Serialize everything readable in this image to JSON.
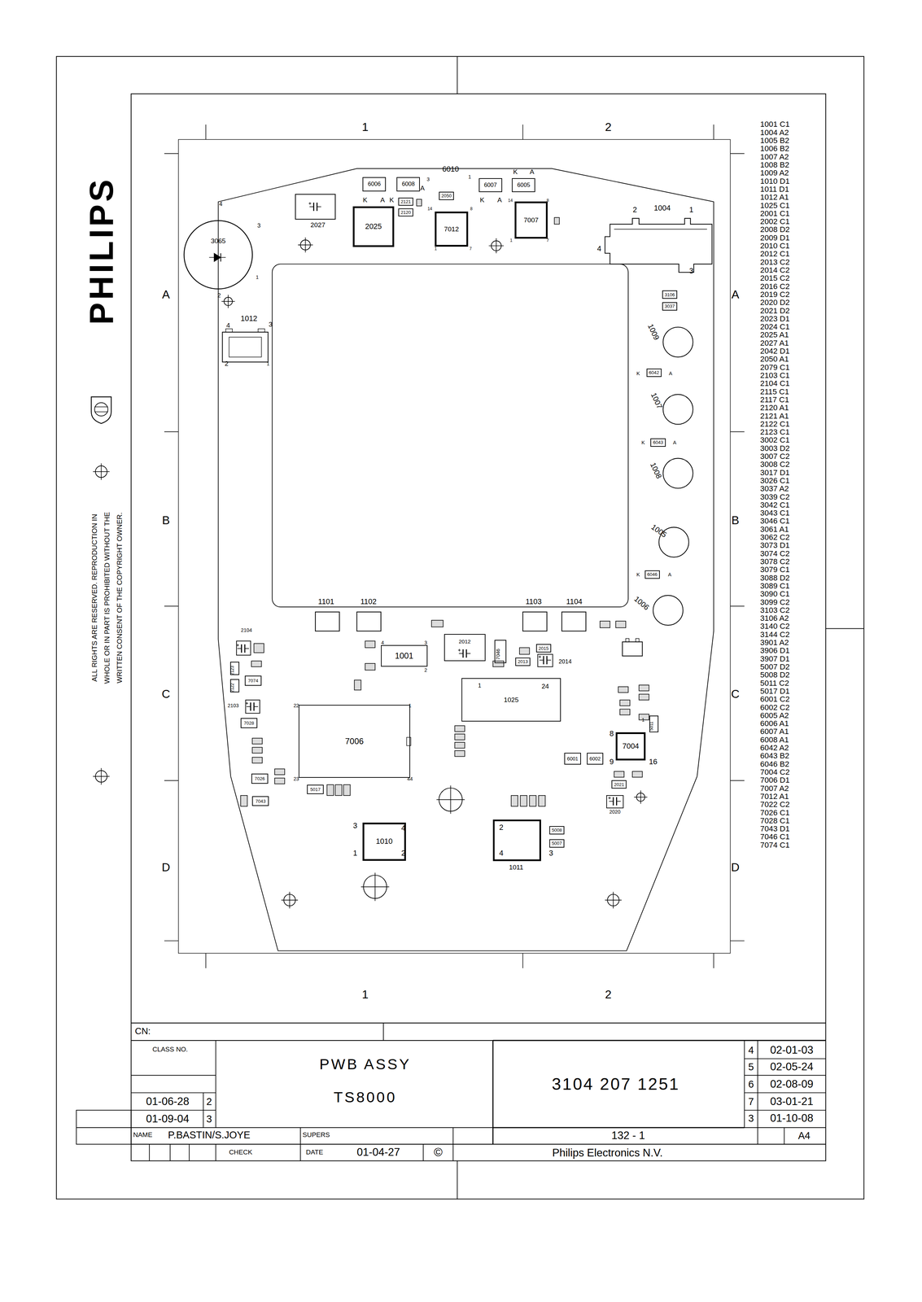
{
  "diagram": {
    "nodes": [
      {
        "text": [
          "3065"
        ]
      },
      {
        "text": [
          "2025"
        ]
      },
      {
        "text": [
          "6006"
        ]
      },
      {
        "text": [
          "6008"
        ]
      },
      {
        "text": [
          "2121"
        ]
      },
      {
        "text": [
          "2120"
        ]
      },
      {
        "text": [
          "2050"
        ]
      },
      {
        "text": [
          "7012"
        ]
      },
      {
        "text": [
          "6007"
        ]
      },
      {
        "text": [
          "6005"
        ]
      },
      {
        "text": [
          "7007"
        ]
      },
      {
        "text": [
          "3106"
        ]
      },
      {
        "text": [
          "3037"
        ]
      },
      {
        "text": [
          "6042"
        ]
      },
      {
        "text": [
          "6043"
        ]
      },
      {
        "text": [
          "6046"
        ]
      },
      {
        "text": [
          "1001"
        ]
      },
      {
        "text": [
          "2012"
        ]
      },
      {
        "text": [
          "7046"
        ]
      },
      {
        "text": [
          "2015"
        ]
      },
      {
        "text": [
          "2013"
        ]
      },
      {
        "text": [
          "1025"
        ]
      },
      {
        "text": [
          "7006"
        ]
      },
      {
        "text": [
          "7004"
        ]
      },
      {
        "text": [
          "6001"
        ]
      },
      {
        "text": [
          "6002"
        ]
      },
      {
        "text": [
          "2021"
        ]
      },
      {
        "text": [
          "5017"
        ]
      },
      {
        "text": [
          "1010"
        ]
      },
      {
        "text": [
          "5008"
        ]
      },
      {
        "text": [
          "5007"
        ]
      },
      {
        "text": [
          "7074"
        ]
      },
      {
        "text": [
          "7028"
        ]
      },
      {
        "text": [
          "7026"
        ]
      },
      {
        "text": [
          "7043"
        ]
      },
      {
        "text": [
          "2123"
        ]
      },
      {
        "text": [
          "2122"
        ]
      },
      {
        "text": [
          "5011"
        ]
      }
    ],
    "labels": [
      "PHILIPS",
      "ALL RIGHTS ARE RESERVED. REPRODUCTION IN",
      "WHOLE OR IN PART IS PROHIBITED WITHOUT THE",
      "WRITTEN CONSENT OF THE COPYRIGHT OWNER.",
      "1",
      "2",
      "1",
      "2",
      "A",
      "A",
      "B",
      "B",
      "C",
      "C",
      "D",
      "D",
      "6010",
      "3",
      "1",
      "K",
      "A",
      "K",
      "A",
      "K",
      "A",
      "K",
      "A",
      "2027",
      "14",
      "8",
      "1",
      "7",
      "14",
      "8",
      "1",
      "7",
      "2",
      "1004",
      "1",
      "4",
      "3",
      "4",
      "3",
      "1",
      "2",
      "1012",
      "4",
      "3",
      "2",
      "1",
      "1009",
      "1007",
      "1008",
      "1005",
      "1006",
      "K",
      "A",
      "K",
      "A",
      "K",
      "A",
      "1101",
      "1102",
      "1103",
      "1104",
      "2104",
      "2103",
      "4",
      "3",
      "2",
      "2014",
      "1",
      "24",
      "22",
      "1",
      "23",
      "44",
      "8",
      "1",
      "9",
      "16",
      "2020",
      "3",
      "4",
      "1",
      "2",
      "2",
      "4",
      "3",
      "1011",
      "CN:",
      "CLASS NO.",
      "PWB ASSY",
      "TS8000",
      "3104 207 1251",
      "4",
      "02-01-03",
      "5",
      "02-05-24",
      "6",
      "02-08-09",
      "7",
      "03-01-21",
      "3",
      "01-10-08",
      "01-06-28",
      "2",
      "01-09-04",
      "3",
      "NAME",
      "P.BASTIN/S.JOYE",
      "SUPERS",
      "CHECK",
      "DATE",
      "01-04-27",
      "©",
      "132 - 1",
      "A4",
      "Philips Electronics N.V.",
      "1001 C1",
      "1004 A2",
      "1005 B2",
      "1006 B2",
      "1007 A2",
      "1008 B2",
      "1009 A2",
      "1010 D1",
      "1011 D1",
      "1012 A1",
      "1025 C1",
      "2001 C1",
      "2002 C1",
      "2008 D2",
      "2009 D1",
      "2010 C1",
      "2012 C1",
      "2013 C2",
      "2014 C2",
      "2015 C2",
      "2016 C2",
      "2019 C2",
      "2020 D2",
      "2021 D2",
      "2023 D1",
      "2024 C1",
      "2025 A1",
      "2027 A1",
      "2042 D1",
      "2050 A1",
      "2079 C1",
      "2103 C1",
      "2104 C1",
      "2115 C1",
      "2117 C1",
      "2120 A1",
      "2121 A1",
      "2122 C1",
      "2123 C1",
      "3002 C1",
      "3003 D2",
      "3007 C2",
      "3008 C2",
      "3017 D1",
      "3026 C1",
      "3037 A2",
      "3039 C2",
      "3042 C1",
      "3043 C1",
      "3046 C1",
      "3061 A1",
      "3062 C2",
      "3073 D1",
      "3074 C2",
      "3078 C2",
      "3079 C1",
      "3088 D2",
      "3089 C1",
      "3090 C1",
      "3099 C2",
      "3103 C2",
      "3106 A2",
      "3140 C2",
      "3144 C2",
      "3901 A2",
      "3906 D1",
      "3907 D1",
      "5007 D2",
      "5008 D2",
      "5011 C2",
      "5017 D1",
      "6001 C2",
      "6002 C2",
      "6005 A2",
      "6006 A1",
      "6007 A1",
      "6008 A1",
      "6042 A2",
      "6043 B2",
      "6046 B2",
      "7004 C2",
      "7006 D1",
      "7007 A2",
      "7012 A1",
      "7022 C2",
      "7026 C1",
      "7028 C1",
      "7043 D1",
      "7046 C1",
      "7074 C1"
    ]
  }
}
